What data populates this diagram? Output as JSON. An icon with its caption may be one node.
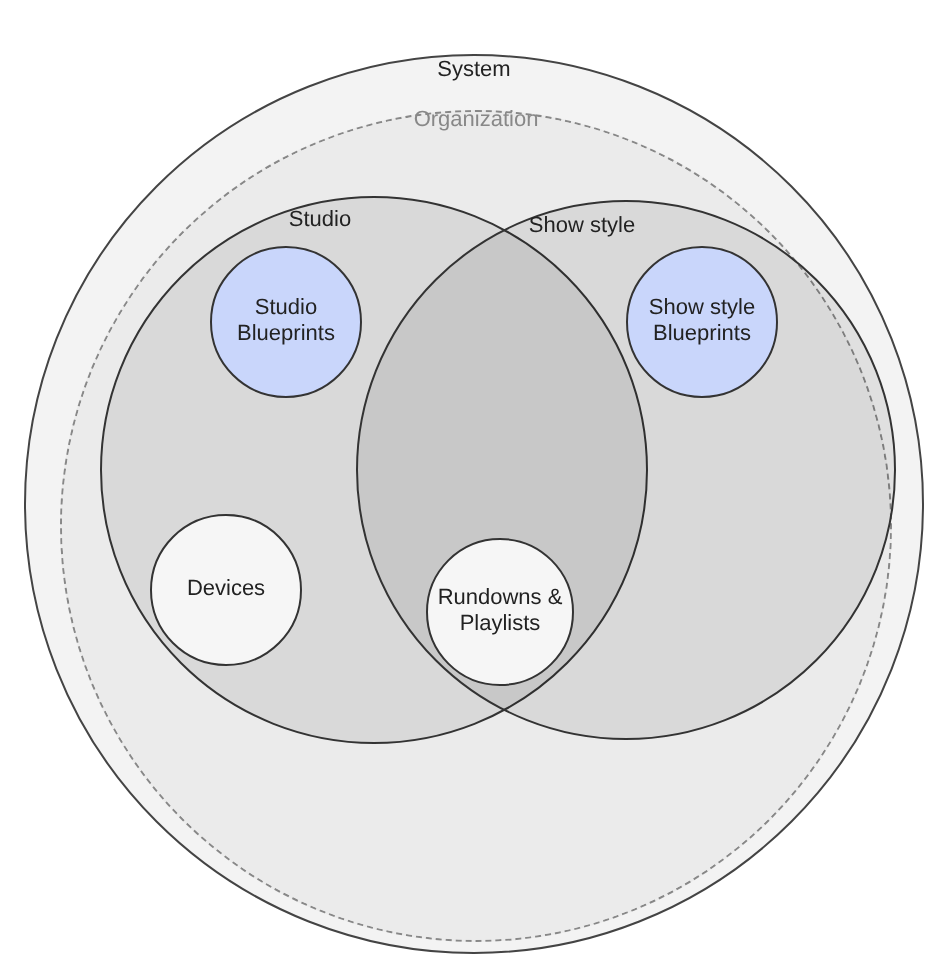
{
  "diagram": {
    "nodes": [
      {
        "text": [
          "System"
        ]
      },
      {
        "text": [
          "Organization"
        ],
        "in": 0
      },
      {
        "text": [
          "Studio"
        ],
        "in": 1
      },
      {
        "text": [
          "Show style"
        ],
        "in": 1
      },
      {
        "text": [
          "Studio Blueprints"
        ],
        "in": 2
      },
      {
        "text": [
          "Show style Blueprints"
        ],
        "in": 3
      },
      {
        "text": [
          "Devices"
        ],
        "in": 2
      },
      {
        "text": [
          "Rundowns & Playlists"
        ]
      }
    ]
  }
}
